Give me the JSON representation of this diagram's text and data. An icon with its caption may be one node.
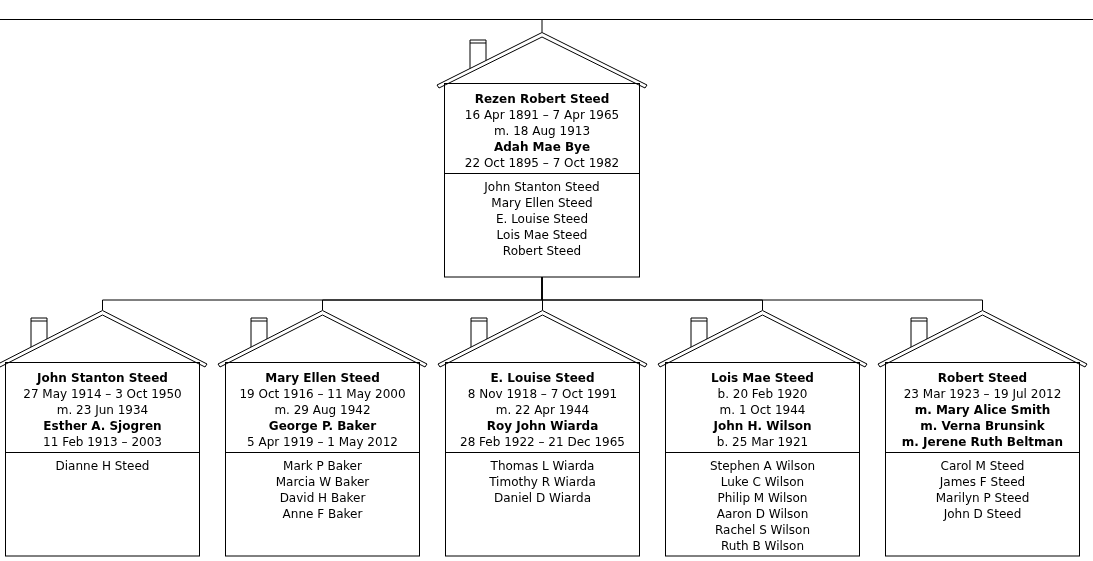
{
  "diagram": {
    "nodes": [
      {
        "text": [
          "**Rezen Robert Steed**",
          "16 Apr 1891 – 7 Apr 1965",
          "m. 18 Aug 1913",
          "**Adah Mae Bye**",
          "22 Oct 1895 – 7 Oct 1982"
        ]
      },
      {
        "text": [
          "John Stanton Steed",
          "Mary Ellen Steed",
          "E. Louise Steed",
          "Lois Mae Steed",
          "Robert Steed"
        ],
        "in": 0
      },
      {
        "text": [
          "**John Stanton Steed**",
          "27 May 1914 – 3 Oct 1950",
          "m. 23 Jun 1934",
          "**Esther A. Sjogren**",
          "11 Feb 1913 – 2003"
        ]
      },
      {
        "text": [
          "Dianne H Steed"
        ],
        "in": 2
      },
      {
        "text": [
          "**Mary Ellen Steed**",
          "19 Oct 1916 – 11 May 2000",
          "m. 29 Aug 1942",
          "**George P. Baker**",
          "5 Apr 1919 – 1 May 2012"
        ]
      },
      {
        "text": [
          "Mark P Baker",
          "Marcia W Baker",
          "David H Baker",
          "Anne F Baker"
        ],
        "in": 4
      },
      {
        "text": [
          "**E. Louise Steed**",
          "8 Nov 1918 – 7 Oct 1991",
          "m. 22 Apr 1944",
          "**Roy John Wiarda**",
          "28 Feb 1922 – 21 Dec 1965"
        ]
      },
      {
        "text": [
          "Thomas L Wiarda",
          "Timothy R Wiarda",
          "Daniel D Wiarda"
        ],
        "in": 6
      },
      {
        "text": [
          "**Lois Mae Steed**",
          "b. 20 Feb 1920",
          "m. 1 Oct 1944",
          "**John H. Wilson**",
          "b. 25 Mar 1921"
        ]
      },
      {
        "text": [
          "Stephen A Wilson",
          "Luke C Wilson",
          "Philip M Wilson",
          "Aaron D Wilson",
          "Rachel S Wilson",
          "Ruth B Wilson"
        ],
        "in": 8
      },
      {
        "text": [
          "**Robert Steed**",
          "23 Mar 1923 – 19 Jul 2012",
          "**m. Mary Alice Smith**",
          "**m. Verna Brunsink**",
          "**m. Jerene Ruth Beltman**"
        ]
      },
      {
        "text": [
          "Carol M Steed",
          "James F Steed",
          "Marilyn P Steed",
          "John D Steed"
        ],
        "in": 10
      }
    ],
    "edges": [
      {
        "from": null,
        "to": 0,
        "arrow": "none"
      },
      {
        "from": 0,
        "to": 2,
        "arrow": "none"
      },
      {
        "from": 0,
        "to": 4,
        "arrow": "none"
      },
      {
        "from": 0,
        "to": 6,
        "arrow": "none"
      },
      {
        "from": 0,
        "to": 8,
        "arrow": "none"
      },
      {
        "from": 0,
        "to": 10,
        "arrow": "none"
      }
    ]
  }
}
